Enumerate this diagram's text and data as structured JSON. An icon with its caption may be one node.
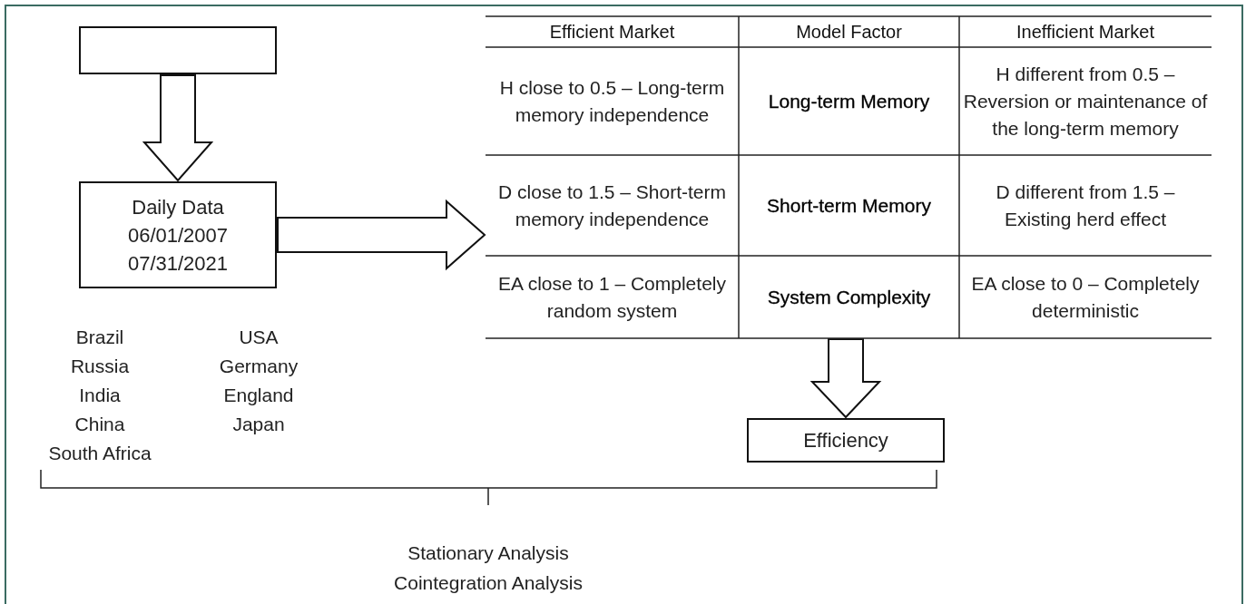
{
  "diagram": {
    "nodes": [
      {
        "text": [],
        "shape": "box"
      },
      {
        "text": [
          "Daily Data 06/01/2007 07/31/2021"
        ]
      },
      {
        "text": [],
        "shape": "table"
      },
      {
        "text": [
          "Efficiency"
        ]
      }
    ],
    "edges": [
      {
        "from": 0,
        "to": 1,
        "arrow": "to"
      },
      {
        "from": 1,
        "to": 2,
        "arrow": "to"
      },
      {
        "from": 2,
        "to": 3,
        "arrow": "to"
      }
    ],
    "labels": [
      "Efficient Market",
      "Model Factor",
      "Inefficient Market",
      "H close to 0.5 – Long-term memory independence",
      "Long-term Memory",
      "H different from 0.5 – Reversion or maintenance of the long-term memory",
      "D close to 1.5 – Short-term memory independence",
      "Short-term Memory",
      "D different from 1.5 – Existing herd effect",
      "EA close to 1 – Completely random system",
      "System Complexity",
      "EA close to 0 – Completely deterministic",
      "Brazil",
      "Russia",
      "India",
      "China",
      "South Africa",
      "USA",
      "Germany",
      "England",
      "Japan",
      "Stationary Analysis",
      "Cointegration Analysis"
    ]
  }
}
